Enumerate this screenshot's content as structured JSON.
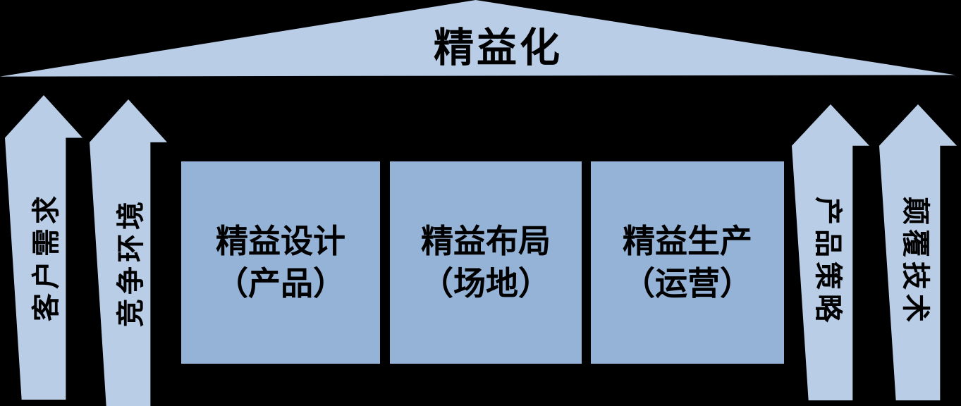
{
  "colors": {
    "background": "#000000",
    "pillar_fill": "#b9cde7",
    "box_fill": "#95b3d7",
    "text": "#000000"
  },
  "roof": {
    "label": "精益化"
  },
  "pillars": {
    "left": [
      {
        "label": "客户需求"
      },
      {
        "label": "竞争环境"
      }
    ],
    "right": [
      {
        "label": "产品策略"
      },
      {
        "label": "颠覆技术"
      }
    ]
  },
  "boxes": [
    {
      "line1": "精益设计",
      "line2": "（产品）"
    },
    {
      "line1": "精益布局",
      "line2": "（场地）"
    },
    {
      "line1": "精益生产",
      "line2": "（运营）"
    }
  ]
}
